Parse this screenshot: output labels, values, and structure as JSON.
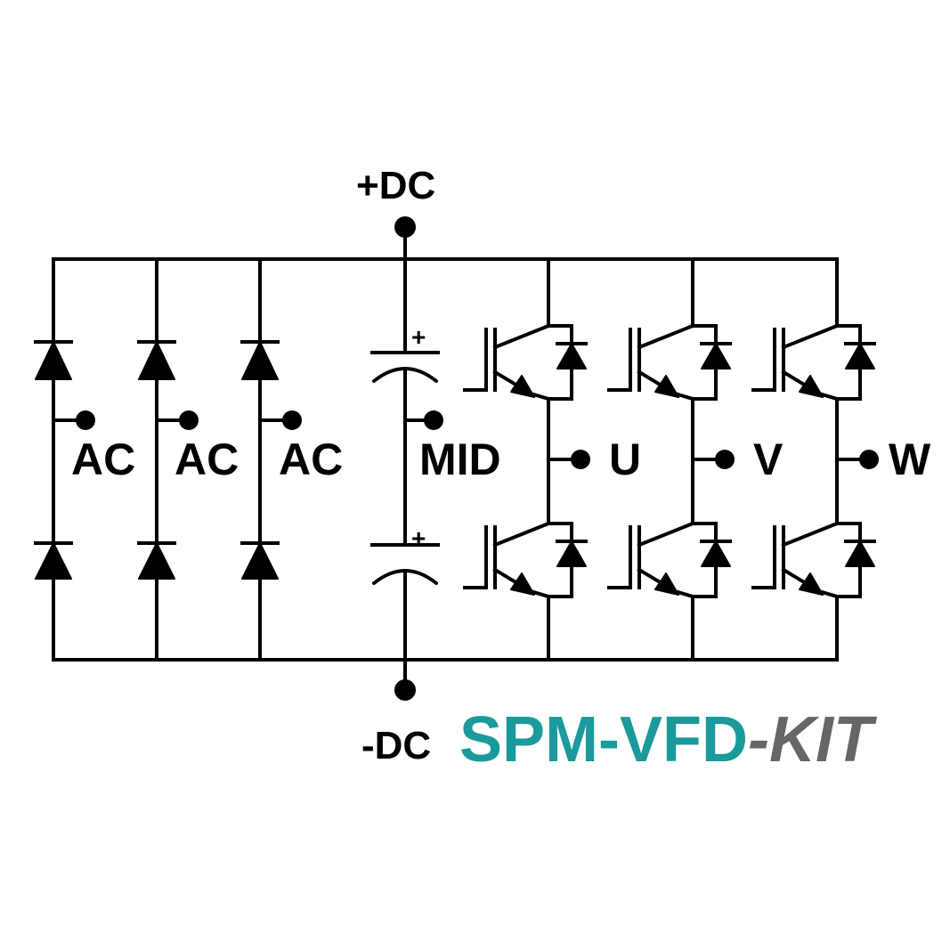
{
  "labels": {
    "pos_dc": "+DC",
    "neg_dc": "-DC",
    "ac_1": "AC",
    "ac_2": "AC",
    "ac_3": "AC",
    "mid": "MID",
    "phase_u": "U",
    "phase_v": "V",
    "phase_w": "W",
    "cap_plus_top": "+",
    "cap_plus_bottom": "+"
  },
  "brand": {
    "main": "SPM-VFD",
    "suffix": "-KIT",
    "main_color": "#1a9a9a",
    "suffix_color": "#666666"
  },
  "components": {
    "rectifier_legs": 3,
    "igbt_legs": 3,
    "capacitors": 2
  }
}
